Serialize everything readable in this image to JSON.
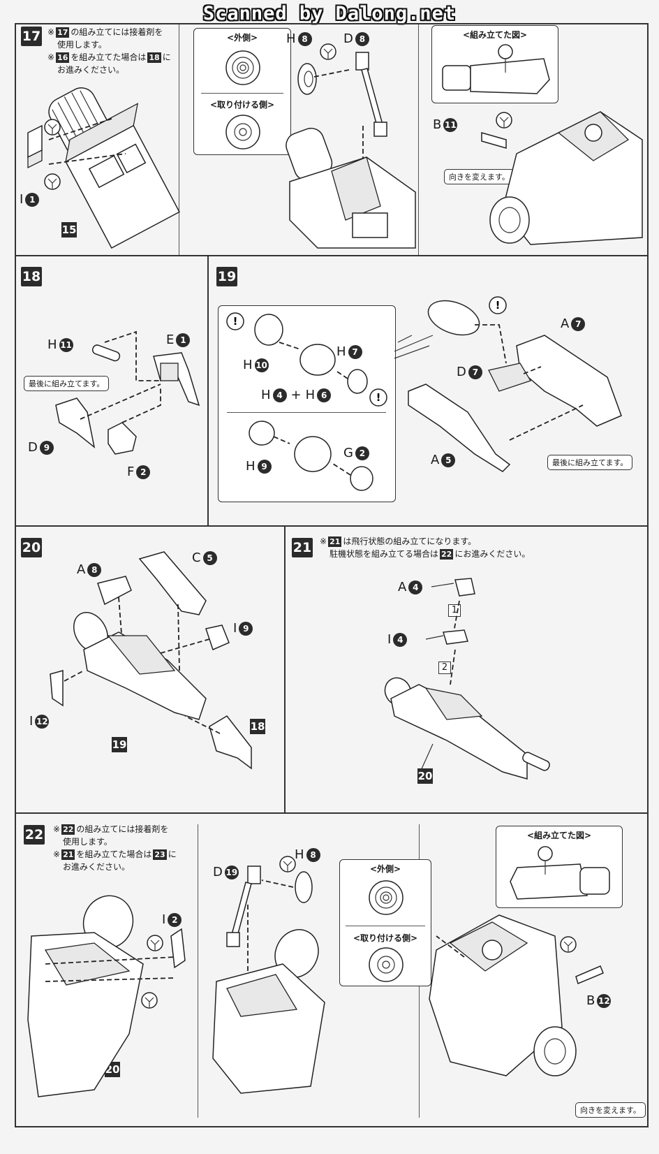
{
  "watermark": "Scanned by Dalong.net",
  "step17": {
    "number": "17",
    "note_prefix": "※",
    "note_ref1": "17",
    "note_line1": "の組み立てには接着剤を",
    "note_line2": "使用します。",
    "note_prefix2": "※",
    "note_ref2": "16",
    "note_line3": "を組み立てた場合は",
    "note_ref3": "18",
    "note_line3b": "に",
    "note_line4": "お進みください。",
    "parts": [
      {
        "letter": "I",
        "num": "1"
      },
      {
        "letter": "H",
        "num": "8"
      },
      {
        "letter": "D",
        "num": "8"
      },
      {
        "letter": "B",
        "num": "11"
      }
    ],
    "subassembly": "15",
    "box_outer": "<外側>",
    "box_attach": "<取り付ける側>",
    "box_assembled": "<組み立てた図>",
    "callout_rotate": "向きを変えます。"
  },
  "step18": {
    "number": "18",
    "parts": [
      {
        "letter": "H",
        "num": "11"
      },
      {
        "letter": "E",
        "num": "1"
      },
      {
        "letter": "D",
        "num": "9"
      },
      {
        "letter": "F",
        "num": "2"
      }
    ],
    "callout_last": "最後に組み立てます。"
  },
  "step19": {
    "number": "19",
    "parts": [
      {
        "letter": "H",
        "num": "10"
      },
      {
        "letter": "H",
        "num": "7"
      },
      {
        "letter": "H",
        "num": "4"
      },
      {
        "letter": "H",
        "num": "6"
      },
      {
        "letter": "H",
        "num": "9"
      },
      {
        "letter": "G",
        "num": "2"
      },
      {
        "letter": "A",
        "num": "7"
      },
      {
        "letter": "D",
        "num": "7"
      },
      {
        "letter": "A",
        "num": "5"
      }
    ],
    "plus": "+",
    "warning": "!",
    "callout_last": "最後に組み立てます。"
  },
  "step20": {
    "number": "20",
    "parts": [
      {
        "letter": "A",
        "num": "8"
      },
      {
        "letter": "C",
        "num": "5"
      },
      {
        "letter": "I",
        "num": "9"
      },
      {
        "letter": "I",
        "num": "12"
      }
    ],
    "subassembly_main": "19",
    "subassembly_side": "18"
  },
  "step21": {
    "number": "21",
    "note_prefix": "※",
    "note_ref1": "21",
    "note_line1": "は飛行状態の組み立てになります。",
    "note_line2a": "駐機状態を組み立てる場合は",
    "note_ref2": "22",
    "note_line2b": "にお進みください。",
    "parts": [
      {
        "letter": "A",
        "num": "4"
      },
      {
        "letter": "I",
        "num": "4"
      }
    ],
    "order1": "1",
    "order2": "2",
    "subassembly": "20"
  },
  "step22": {
    "number": "22",
    "note_prefix": "※",
    "note_ref1": "22",
    "note_line1": "の組み立てには接着剤を",
    "note_line2": "使用します。",
    "note_prefix2": "※",
    "note_ref2": "21",
    "note_line3": "を組み立てた場合は",
    "note_ref3": "23",
    "note_line3b": "に",
    "note_line4": "お進みください。",
    "parts": [
      {
        "letter": "I",
        "num": "2"
      },
      {
        "letter": "D",
        "num": "19"
      },
      {
        "letter": "H",
        "num": "8"
      },
      {
        "letter": "B",
        "num": "12"
      }
    ],
    "subassembly": "20",
    "box_outer": "<外側>",
    "box_attach": "<取り付ける側>",
    "box_assembled": "<組み立てた図>",
    "callout_rotate": "向きを変えます。"
  }
}
